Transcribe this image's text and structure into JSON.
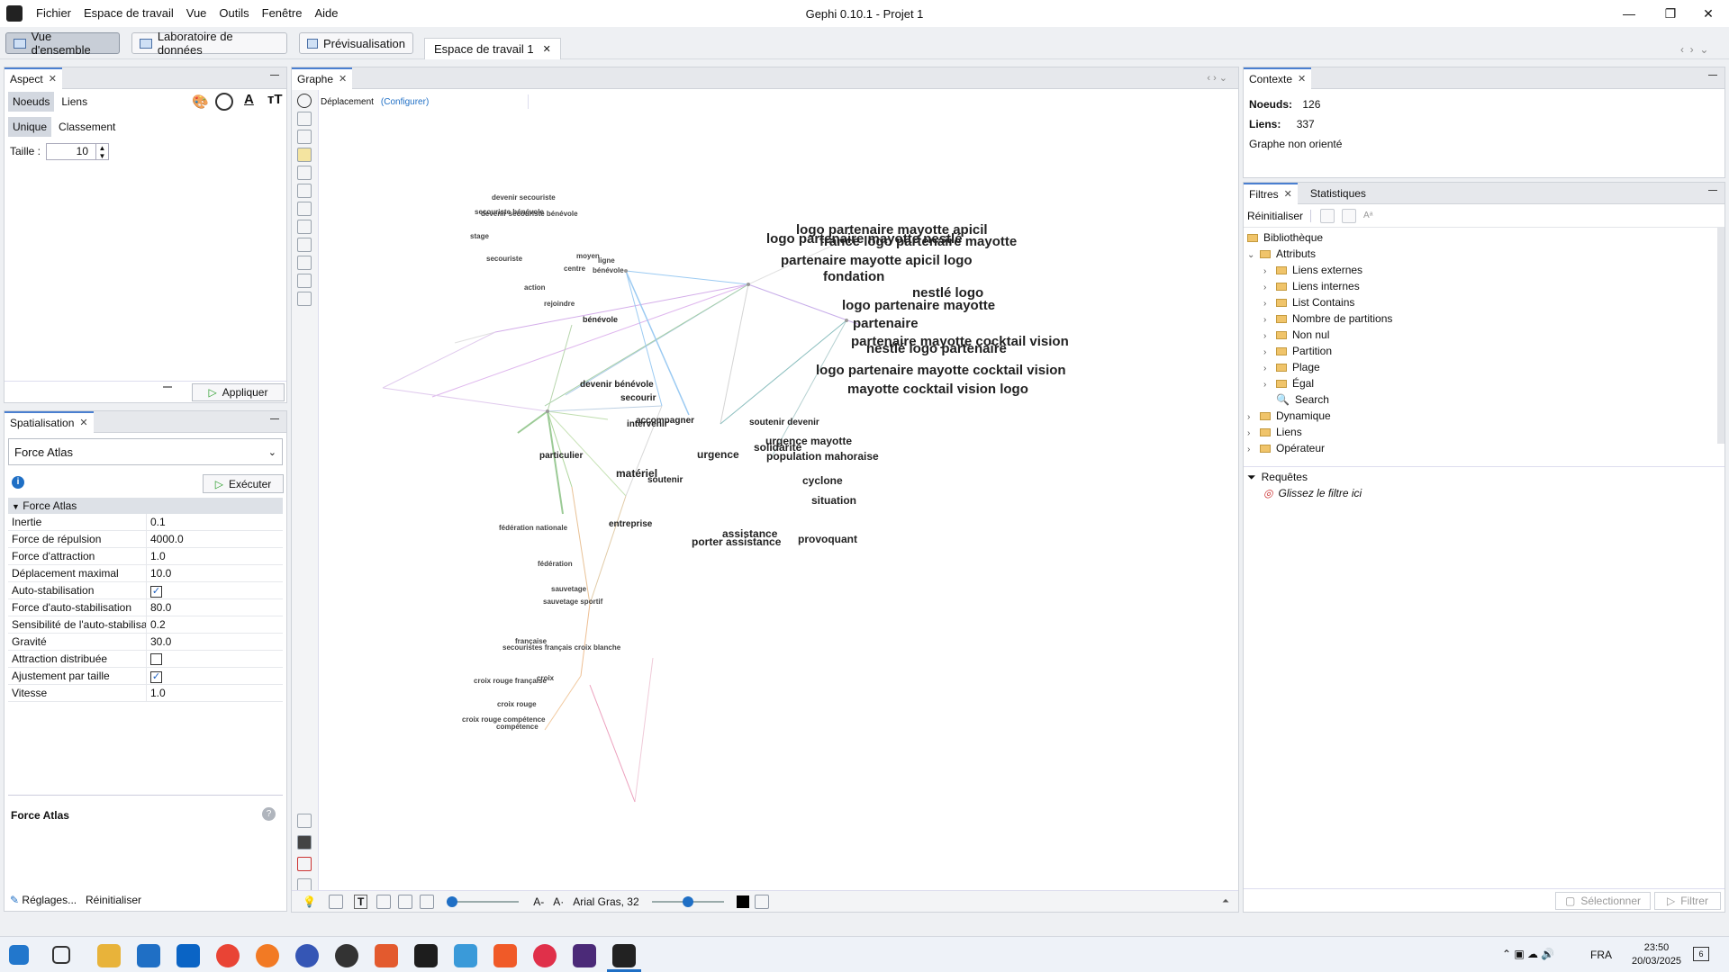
{
  "window": {
    "title": "Gephi 0.10.1 - Projet 1"
  },
  "menu": [
    "Fichier",
    "Espace de travail",
    "Vue",
    "Outils",
    "Fenêtre",
    "Aide"
  ],
  "window_controls": {
    "minimize": "—",
    "restore": "❐",
    "close": "✕"
  },
  "toolbar": {
    "overview": "Vue d'ensemble",
    "data_lab": "Laboratoire de données",
    "preview": "Prévisualisation",
    "workspace_tab": "Espace de travail 1"
  },
  "aspect": {
    "title": "Aspect",
    "tabs": [
      "Noeuds",
      "Liens"
    ],
    "subtabs": [
      "Unique",
      "Classement"
    ],
    "size_label": "Taille :",
    "size_value": "10",
    "apply": "Appliquer"
  },
  "layout": {
    "title": "Spatialisation",
    "algorithm": "Force Atlas",
    "run": "Exécuter",
    "section": "Force Atlas",
    "properties": [
      {
        "name": "Inertie",
        "value": "0.1"
      },
      {
        "name": "Force de répulsion",
        "value": "4000.0"
      },
      {
        "name": "Force d'attraction",
        "value": "1.0"
      },
      {
        "name": "Déplacement maximal",
        "value": "10.0"
      },
      {
        "name": "Auto-stabilisation",
        "checked": true
      },
      {
        "name": "Force d'auto-stabilisation",
        "value": "80.0"
      },
      {
        "name": "Sensibilité de l'auto-stabilisa",
        "value": "0.2"
      },
      {
        "name": "Gravité",
        "value": "30.0"
      },
      {
        "name": "Attraction distribuée",
        "checked": false
      },
      {
        "name": "Ajustement par taille",
        "checked": true
      },
      {
        "name": "Vitesse",
        "value": "1.0"
      }
    ],
    "description_title": "Force Atlas",
    "settings": "Réglages...",
    "reset": "Réinitialiser"
  },
  "graph": {
    "title": "Graphe",
    "mode": "Déplacement",
    "configure": "(Configurer)",
    "font": "Arial Gras, 32",
    "labels_large": [
      "logo partenaire mayotte apicil",
      "logo partenaire mayotte nestlé",
      "france logo partenaire mayotte",
      "partenaire mayotte apicil logo",
      "fondation",
      "nestlé logo",
      "logo partenaire mayotte",
      "partenaire",
      "partenaire mayotte cocktail vision",
      "nestlé logo partenaire",
      "logo partenaire mayotte cocktail vision",
      "mayotte cocktail vision logo"
    ],
    "labels_medium": [
      "devenir bénévole",
      "secourir",
      "intervenir",
      "accompagner",
      "particulier",
      "urgence",
      "matériel",
      "soutenir",
      "soutenir devenir",
      "urgence mayotte",
      "solidarité",
      "population mahoraise",
      "cyclone",
      "situation",
      "assistance",
      "porter assistance",
      "provoquant",
      "entreprise",
      "bénévole"
    ],
    "labels_small": [
      "devenir secouriste",
      "secouriste bénévole",
      "devenir secouriste bénévole",
      "stage",
      "secouriste",
      "moyen",
      "ligne",
      "centre",
      "bénévole",
      "action",
      "rejoindre",
      "fédération nationale",
      "fédération",
      "sauvetage",
      "sauvetage sportif",
      "française",
      "secouristes français croix blanche",
      "croix rouge française",
      "croix",
      "croix rouge",
      "croix rouge compétence",
      "compétence"
    ]
  },
  "context": {
    "title": "Contexte",
    "nodes_label": "Noeuds:",
    "nodes": "126",
    "edges_label": "Liens:",
    "edges": "337",
    "type": "Graphe non orienté"
  },
  "filters": {
    "tabs": [
      "Filtres",
      "Statistiques"
    ],
    "reset": "Réinitialiser",
    "library": "Bibliothèque",
    "attributes": "Attributs",
    "attribute_items": [
      "Liens externes",
      "Liens internes",
      "List Contains",
      "Nombre de partitions",
      "Non nul",
      "Partition",
      "Plage",
      "Égal"
    ],
    "search": "Search",
    "groups": [
      "Dynamique",
      "Liens",
      "Opérateur"
    ],
    "queries": "Requêtes",
    "drop_hint": "Glissez le filtre ici",
    "select": "Sélectionner",
    "filter": "Filtrer"
  },
  "taskbar": {
    "lang": "FRA",
    "time": "23:50",
    "date": "20/03/2025",
    "notif": "6"
  }
}
